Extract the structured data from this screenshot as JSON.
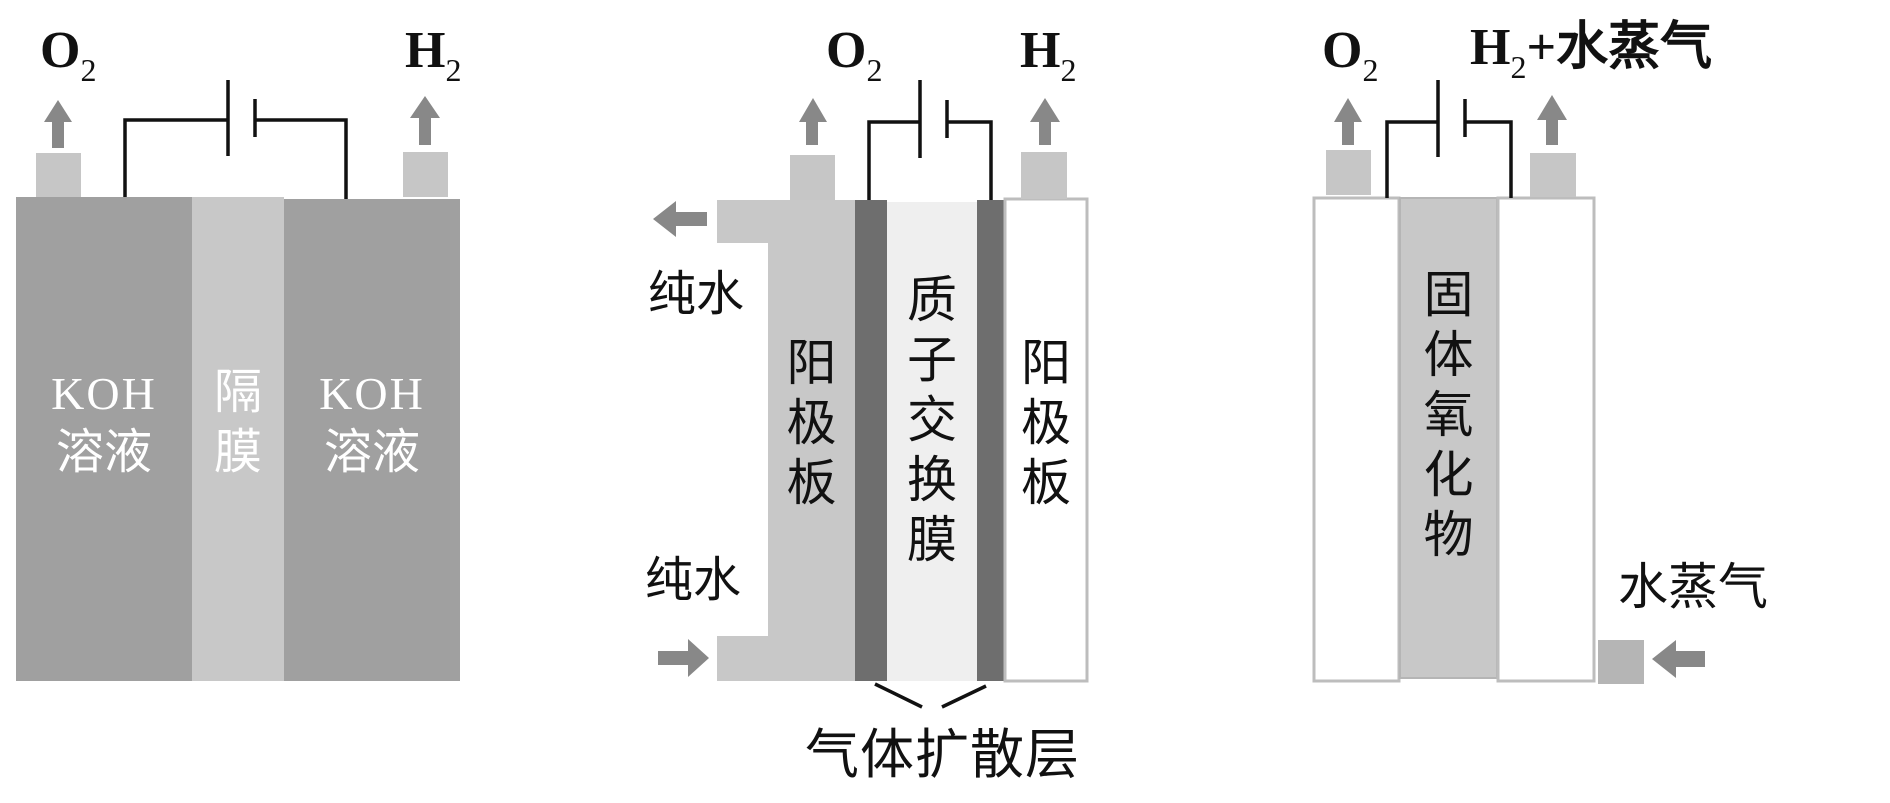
{
  "colors": {
    "koh_solution": "#a0a0a0",
    "diaphragm": "#c8c8c8",
    "plate_light": "#c8c8c8",
    "gas_diffusion_layer": "#6e6e6e",
    "membrane": "#efefef",
    "white_block": "#ffffff",
    "outlet": "#c6c6c6",
    "arrow": "#888888",
    "wire": "#111111"
  },
  "panels": [
    {
      "id": "alkaline",
      "gas_left": {
        "base": "O",
        "sub": "2"
      },
      "gas_right": {
        "base": "H",
        "sub": "2",
        "suffix": ""
      },
      "left_block_label": {
        "line1": "KOH",
        "line2": "溶液"
      },
      "middle_block_label": [
        "隔",
        "膜"
      ],
      "right_block_label": {
        "line1": "KOH",
        "line2": "溶液"
      }
    },
    {
      "id": "pem",
      "gas_left": {
        "base": "O",
        "sub": "2"
      },
      "gas_right": {
        "base": "H",
        "sub": "2",
        "suffix": ""
      },
      "water_out_label": "纯水",
      "water_in_label": "纯水",
      "left_plate_label": [
        "阳",
        "极",
        "板"
      ],
      "membrane_label": [
        "质",
        "子",
        "交",
        "换",
        "膜"
      ],
      "right_plate_label": [
        "阳",
        "极",
        "板"
      ],
      "gdl_caption": "气体扩散层"
    },
    {
      "id": "soec",
      "gas_left": {
        "base": "O",
        "sub": "2"
      },
      "gas_right": {
        "base": "H",
        "sub": "2",
        "suffix": "+水蒸气"
      },
      "electrolyte_label": [
        "固",
        "体",
        "氧",
        "化",
        "物"
      ],
      "steam_in_label": "水蒸气"
    }
  ]
}
